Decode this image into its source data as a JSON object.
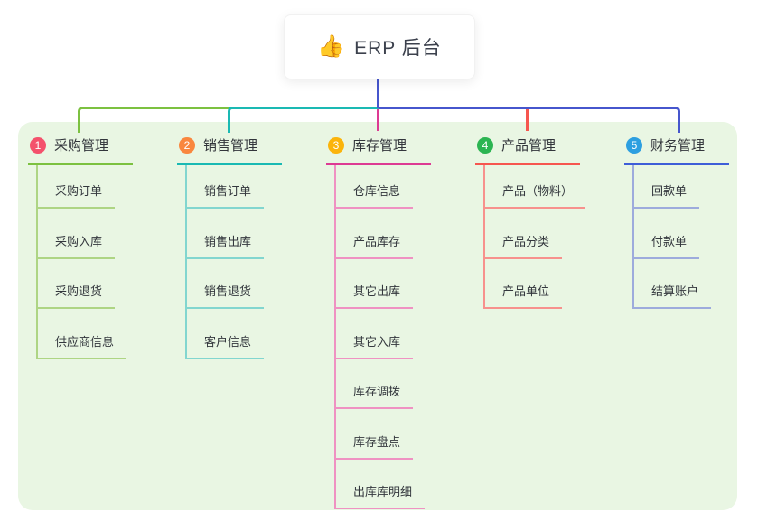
{
  "root": {
    "icon": "👍",
    "label": "ERP 后台"
  },
  "colors": {
    "panel_background": "#e9f6e3",
    "root_stem": "#4656cd",
    "branch_lines": [
      "#7cc140",
      "#1ab9b3",
      "#dd3a93",
      "#f6564f",
      "#3e5ed8"
    ],
    "branch_sub_lines": [
      "#aed584",
      "#82d6cf",
      "#ef92c2",
      "#f7918d",
      "#9dabdc"
    ],
    "badges": [
      "#f4516c",
      "#f9873e",
      "#fbb40b",
      "#2cb552",
      "#2d9fe0"
    ]
  },
  "branches": [
    {
      "badge": "1",
      "label": "采购管理",
      "items": [
        "采购订单",
        "采购入库",
        "采购退货",
        "供应商信息"
      ]
    },
    {
      "badge": "2",
      "label": "销售管理",
      "items": [
        "销售订单",
        "销售出库",
        "销售退货",
        "客户信息"
      ]
    },
    {
      "badge": "3",
      "label": "库存管理",
      "items": [
        "仓库信息",
        "产品库存",
        "其它出库",
        "其它入库",
        "库存调拨",
        "库存盘点",
        "出库库明细"
      ]
    },
    {
      "badge": "4",
      "label": "产品管理",
      "items": [
        "产品（物料）",
        "产品分类",
        "产品单位"
      ]
    },
    {
      "badge": "5",
      "label": "财务管理",
      "items": [
        "回款单",
        "付款单",
        "结算账户"
      ]
    }
  ]
}
